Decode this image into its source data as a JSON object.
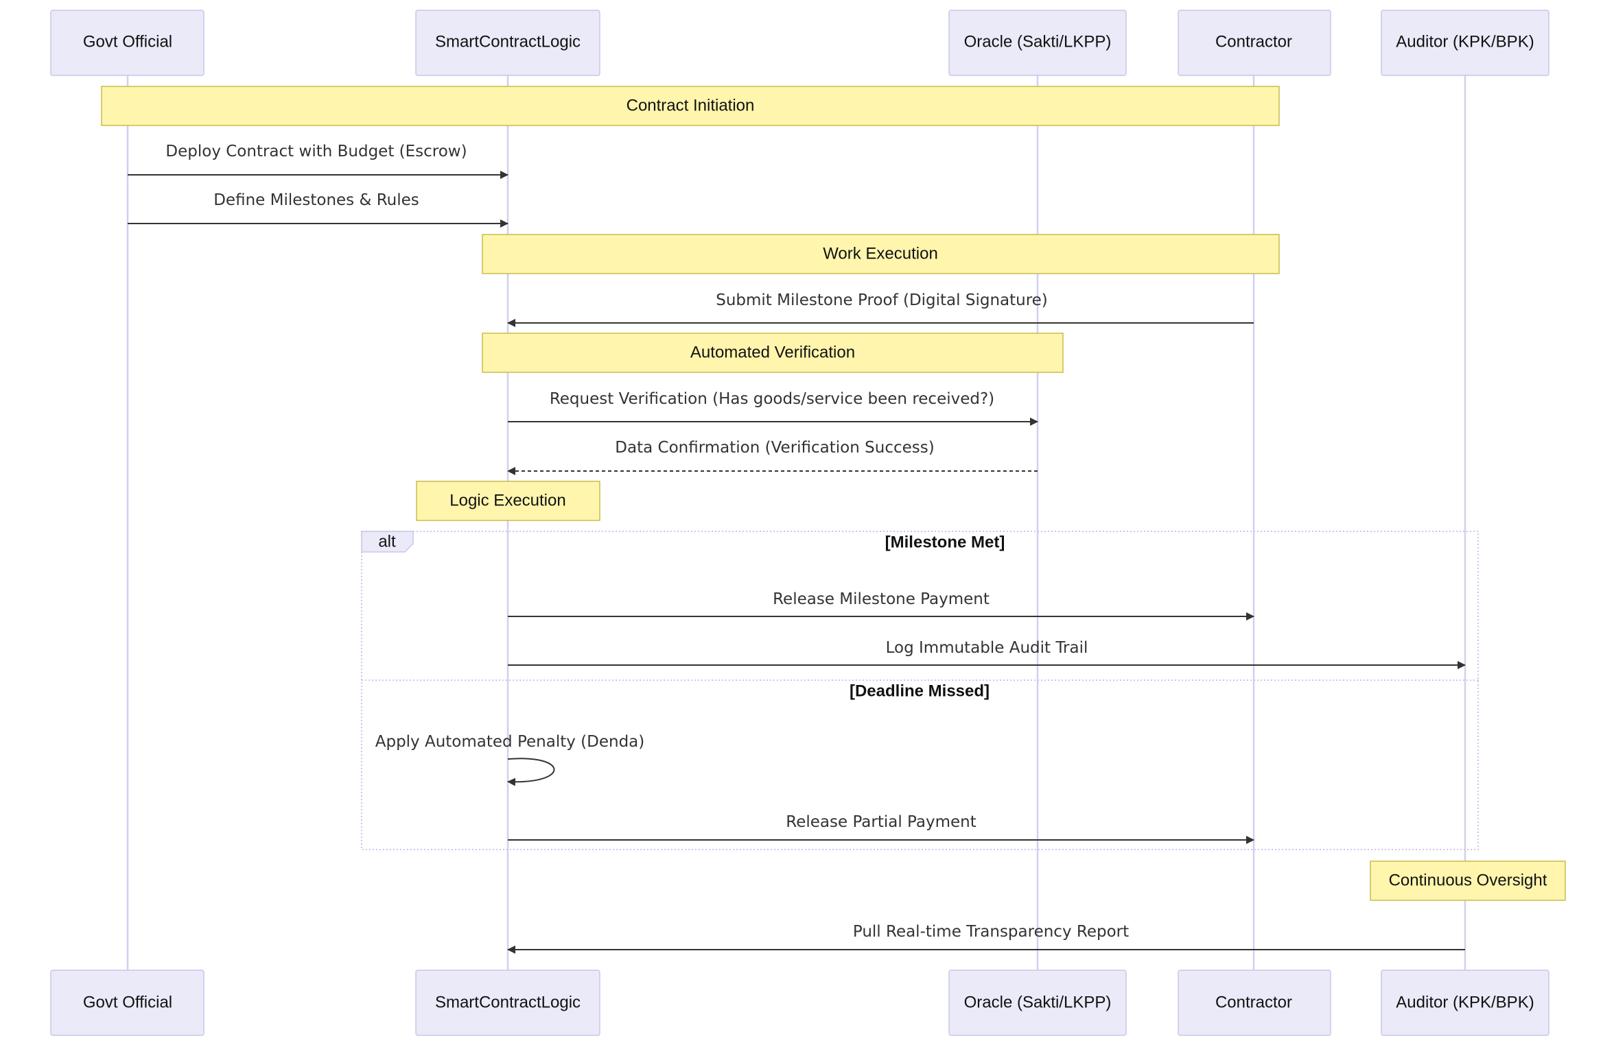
{
  "participants": [
    {
      "id": "gov",
      "label": "Govt Official"
    },
    {
      "id": "sc",
      "label": "SmartContractLogic"
    },
    {
      "id": "oracle",
      "label": "Oracle (Sakti/LKPP)"
    },
    {
      "id": "contractor",
      "label": "Contractor"
    },
    {
      "id": "auditor",
      "label": "Auditor (KPK/BPK)"
    }
  ],
  "notes": [
    {
      "text": "Contract Initiation",
      "from": "gov",
      "to": "contractor"
    },
    {
      "text": "Work Execution",
      "from": "sc",
      "to": "contractor"
    },
    {
      "text": "Automated Verification",
      "from": "sc",
      "to": "oracle"
    },
    {
      "text": "Logic Execution",
      "over": "sc"
    },
    {
      "text": "Continuous Oversight",
      "over": "auditor"
    }
  ],
  "messages": [
    {
      "from": "gov",
      "to": "sc",
      "text": "Deploy Contract with Budget (Escrow)",
      "style": "solid"
    },
    {
      "from": "gov",
      "to": "sc",
      "text": "Define Milestones & Rules",
      "style": "solid"
    },
    {
      "from": "contractor",
      "to": "sc",
      "text": "Submit Milestone Proof (Digital Signature)",
      "style": "solid"
    },
    {
      "from": "sc",
      "to": "oracle",
      "text": "Request Verification (Has goods/service been received?)",
      "style": "solid"
    },
    {
      "from": "oracle",
      "to": "sc",
      "text": "Data Confirmation (Verification Success)",
      "style": "dashed"
    },
    {
      "from": "sc",
      "to": "contractor",
      "text": "Release Milestone Payment",
      "style": "solid"
    },
    {
      "from": "sc",
      "to": "auditor",
      "text": "Log Immutable Audit Trail",
      "style": "solid"
    },
    {
      "from": "sc",
      "to": "sc",
      "text": "Apply Automated Penalty (Denda)",
      "style": "self"
    },
    {
      "from": "sc",
      "to": "contractor",
      "text": "Release Partial Payment",
      "style": "solid"
    },
    {
      "from": "auditor",
      "to": "sc",
      "text": "Pull Real-time Transparency Report",
      "style": "solid"
    }
  ],
  "alt_frame": {
    "label": "alt",
    "conditions": [
      "[Milestone Met]",
      "[Deadline Missed]"
    ]
  },
  "colors": {
    "actor_fill": "#eaeaf8",
    "actor_stroke": "#c9c6ec",
    "lifeline": "#d3cff0",
    "note_fill": "#fff5ad",
    "note_stroke": "#c9bd4a",
    "arrow": "#333333"
  }
}
